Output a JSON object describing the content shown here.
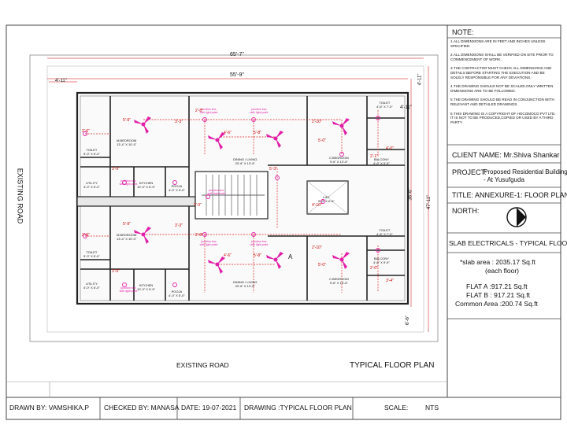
{
  "notes": {
    "title": "NOTE:",
    "items": [
      "1.ALL DIMENSIONS ARE IN FEET AND INCHES UNLESS SPECIFIED.",
      "2.ALL DIMENSIONS SHALL BE VERIFIED ON SITE PRIOR TO COMMENCEMENT OF WORK.",
      "3.THE CONTRACTOR MUST CHECK ALL DIMENSIONS AND DETAILS BEFORE STARTING THE EXECUTION AND BE SOLELY RESPONSIBLE FOR ANY DEVIATIONS.",
      "4.THE DRAWING SHOULD NOT BE SCALED.ONLY WRITTEN DIMENSIONS ARE TO BE FOLLOWED.",
      "5.THE DRAWING SHOULD BE READ IN CONJUNCTION WITH RELEVANT AND DETAILED DRAWINGS.",
      "6.THIS DRAWING IS A COPYRIGHT OF HOCOMOCO PVT LTD. IT IS NOT TO BE PRODUCED,COPIED OR USED BY A THIRD PARTY"
    ]
  },
  "client": "CLIENT NAME:  Mr.Shiva Shankar",
  "project_label": "PROJECT:",
  "project_line1": "Proposed Residential Building",
  "project_line2": "- At Yusufguda",
  "title": "TITLE:  ANNEXURE-1: FLOOR PLAN",
  "north": "NORTH:",
  "heading": "SLAB ELECTRICALS - TYPICAL FLOOR",
  "areas": {
    "slab1": "*slab area : 2035.17 Sq.ft",
    "slab2": "(each floor)",
    "flat_a": "FLAT A :917.21 Sq.ft",
    "flat_b": "FLAT B : 917.21 Sq.ft",
    "common": "Common Area :200.74 Sq.ft"
  },
  "road_left": "EXISTING ROAD",
  "road_bottom": "EXISTING ROAD",
  "plan_title": "TYPICAL FLOOR PLAN",
  "footer": {
    "drawn_by": "DRAWN BY:   VAMSHIKA.P",
    "checked_by": "CHECKED BY:  MANASA",
    "date": "DATE:  19-07-2021",
    "drawing": "DRAWING :TYPICAL FLOOR PLAN",
    "scale": "SCALE:",
    "scale_value": "NTS"
  },
  "dims": {
    "overall_width": "65'-7\"",
    "inner_width": "55'-9\"",
    "left_setback": "4'-11\"",
    "right_top": "4'-11\"",
    "right_top2": "4'-11\"",
    "right_mid": "36'-6\"",
    "right_overall": "47'-11\"",
    "right_bottom": "6'-6\""
  },
  "rooms": {
    "m_bedroom": "M.BEDROOM",
    "m_bedroom_size": "13'-4\" X 10'-0\"",
    "toilet": "TOILET",
    "toilet_size": "5'-0\" X 6'-0\"",
    "utility": "UTILITY",
    "utility_size": "4'-0\" X 6'-0\"",
    "kitchen": "KITCHEN",
    "kitchen_size": "10'-3\" X 6'-9\"",
    "pooja": "POOJA",
    "pooja_size": "4'-0\" X 5'-0\"",
    "dining": "DINING / LIVING",
    "dining_size": "20'-6\" X 13'-6\"",
    "c_bedroom": "C.BEDROOM",
    "c_bedroom_size": "9'-6\" X 13'-6\"",
    "balcony": "BALCONY",
    "balcony_size": "4'-6\" X 9'-9\"",
    "lift": "LIFT",
    "lift_size": "5'-0\" X 6'-6\"",
    "toilet_r": "TOILET",
    "toilet_r_size": "4'-6\" X 7'-0\"",
    "junction": "junction box with light point",
    "mark_a": "A"
  },
  "spans": {
    "s1": "5'-9\"",
    "s2": "3'-3\"",
    "s3": "2'-6\"",
    "s4": "3'-9\"",
    "s5": "2'-8\"",
    "s6": "4'-6\"",
    "s7": "5'-8\"",
    "s8": "2'-10\"",
    "s9": "5'-0\"",
    "s10": "2'-1\"",
    "s11": "4'-0\"",
    "s12": "5'-3\"",
    "s13": "4'-10\"",
    "s14": "2'-0\"",
    "s15": "3'-4\""
  }
}
